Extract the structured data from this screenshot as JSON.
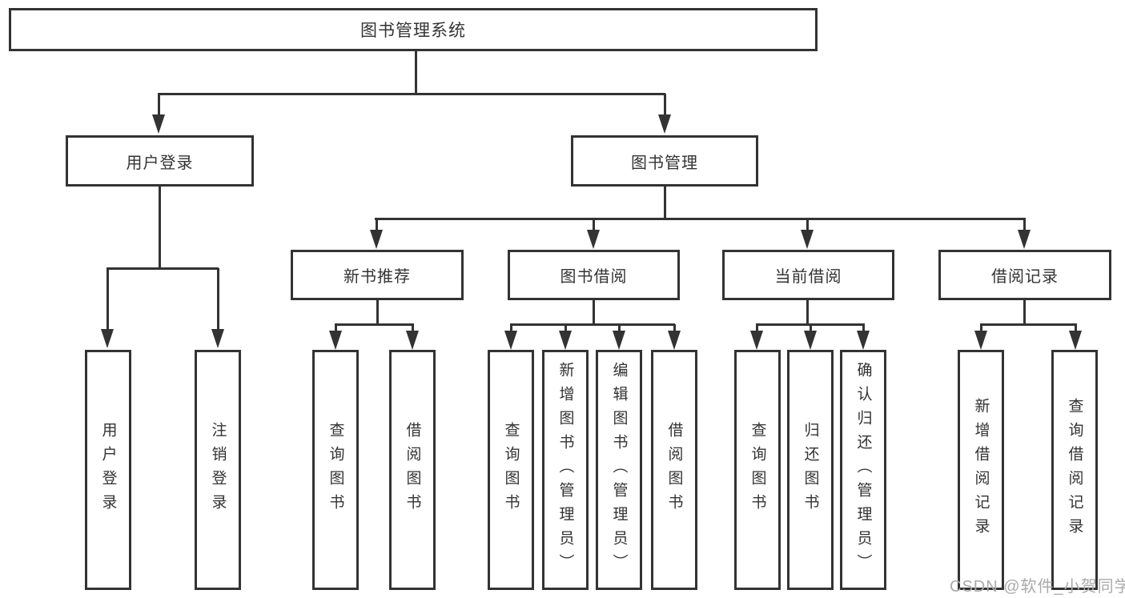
{
  "diagram": {
    "title": "图书管理系统",
    "type": "功能结构图 (hierarchy diagram)"
  },
  "nodes": {
    "root": {
      "label": "图书管理系统"
    },
    "level1": [
      {
        "label": "用户登录"
      },
      {
        "label": "图书管理"
      }
    ],
    "level2": [
      {
        "label": "新书推荐"
      },
      {
        "label": "图书借阅"
      },
      {
        "label": "当前借阅"
      },
      {
        "label": "借阅记录"
      }
    ],
    "level3": [
      {
        "label": "用户登录",
        "parent": "用户登录"
      },
      {
        "label": "注销登录",
        "parent": "用户登录"
      },
      {
        "label": "查询图书",
        "parent": "新书推荐"
      },
      {
        "label": "借阅图书",
        "parent": "新书推荐"
      },
      {
        "label": "查询图书",
        "parent": "图书借阅"
      },
      {
        "label": "新增图书（管理员）",
        "parent": "图书借阅"
      },
      {
        "label": "编辑图书（管理员）",
        "parent": "图书借阅"
      },
      {
        "label": "借阅图书",
        "parent": "图书借阅"
      },
      {
        "label": "查询图书",
        "parent": "当前借阅"
      },
      {
        "label": "归还图书",
        "parent": "当前借阅"
      },
      {
        "label": "确认归还（管理员）",
        "parent": "当前借阅"
      },
      {
        "label": "新增借阅记录",
        "parent": "借阅记录"
      },
      {
        "label": "查询借阅记录",
        "parent": "借阅记录"
      }
    ]
  },
  "watermark": {
    "text": "CSDN @软件_小贺同学"
  },
  "colors": {
    "line": "#333333",
    "text": "#333333",
    "background": "#ffffff",
    "watermark": "#aaaaaa"
  }
}
